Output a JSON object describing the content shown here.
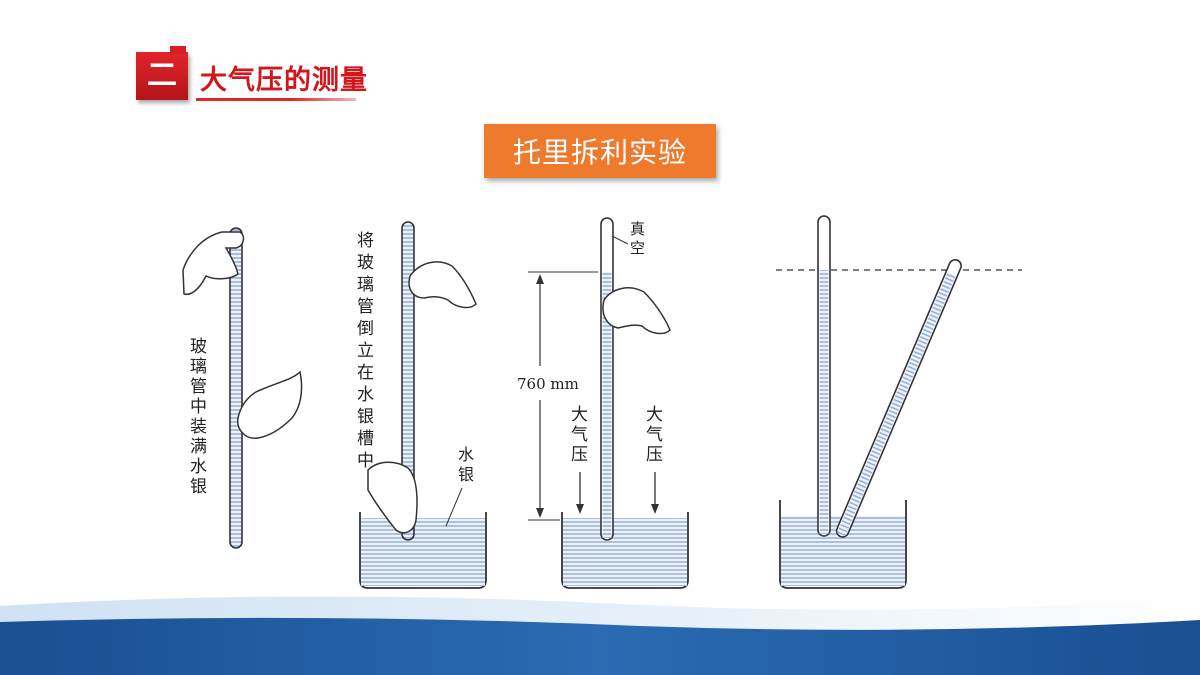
{
  "header": {
    "section_number": "二",
    "section_title": "大气压的测量",
    "experiment_title": "托里拆利实验"
  },
  "figure": {
    "step1_label": "玻璃管中装满水银",
    "step2_label": "将玻璃管倒立在水银槽中",
    "mercury_label": "水银",
    "vacuum_label": "真空",
    "height_label": "760 mm",
    "pressure_left_label": "大气压",
    "pressure_right_label": "大气压"
  },
  "colors": {
    "accent_red": "#d4151c",
    "accent_orange": "#ee7a2e",
    "mercury_blue": "#7f9fd0",
    "footer_blue": "#1f5aa0"
  }
}
